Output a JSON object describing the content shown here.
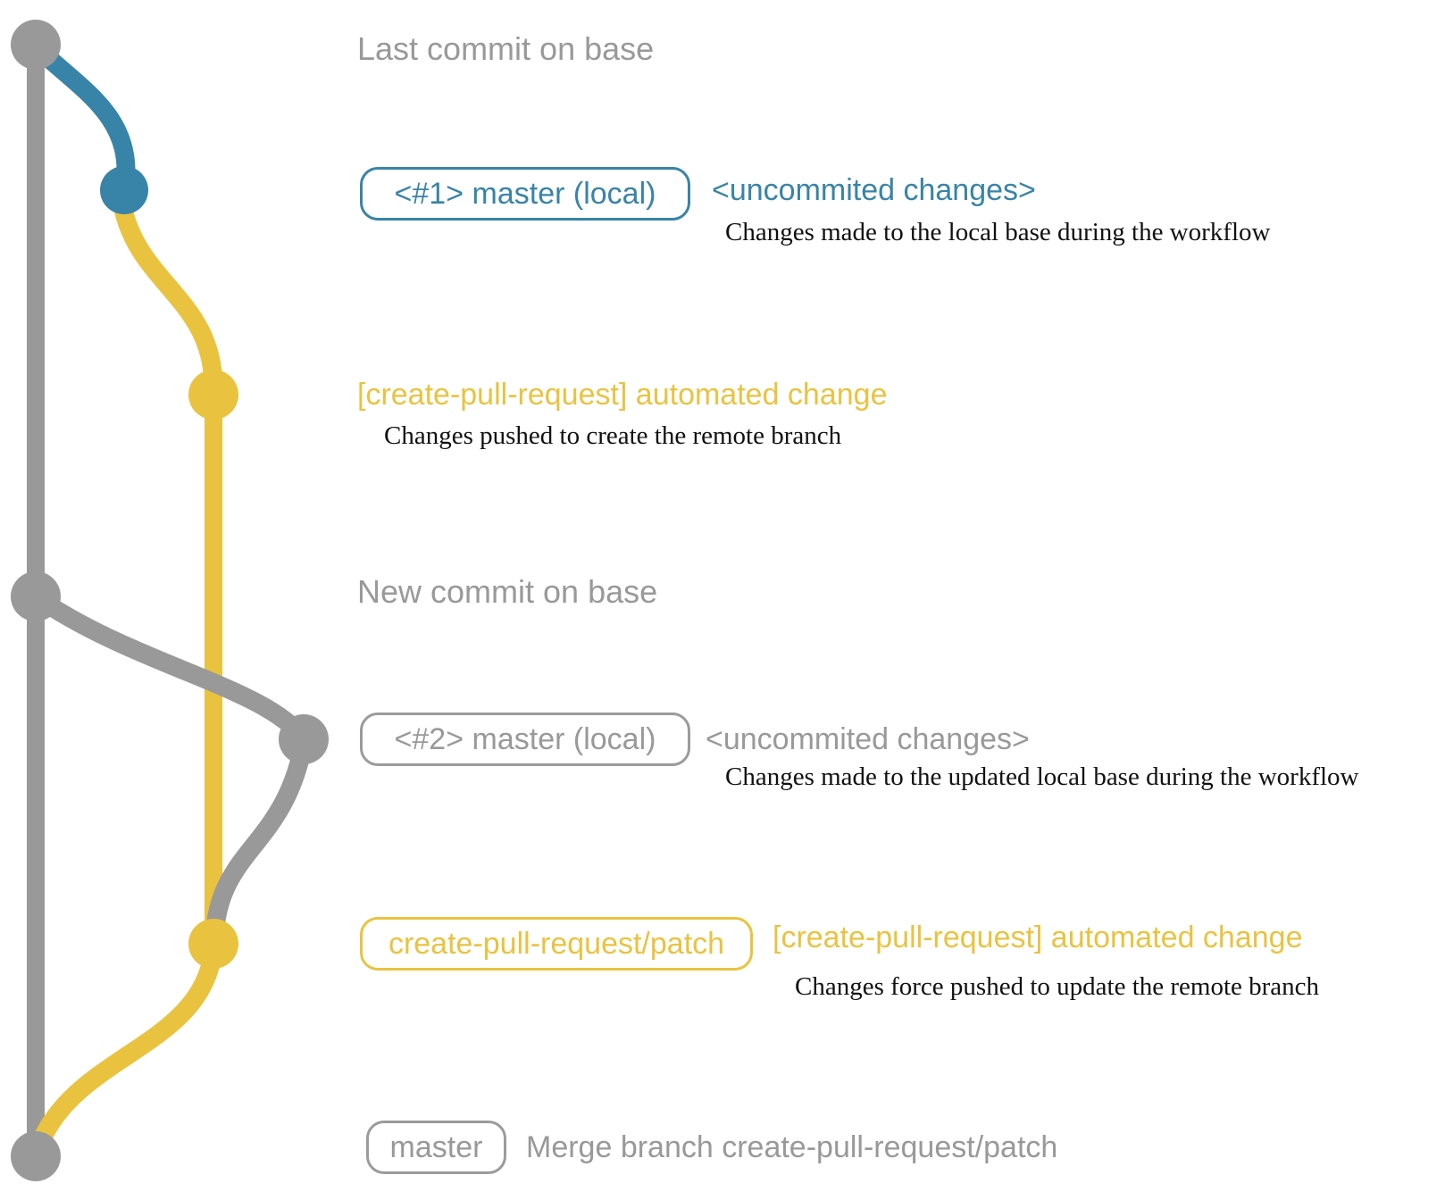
{
  "colors": {
    "gray": "#999999",
    "blue": "#3884a8",
    "yellow": "#e9c340",
    "annotation_text": "#111111",
    "background": "#ffffff"
  },
  "rows": {
    "last_commit": {
      "title": "Last commit on base"
    },
    "local1": {
      "badge": "<#1> master (local)",
      "message": "<uncommited changes>",
      "description": "Changes made to the local base during the workflow"
    },
    "patch1": {
      "message": "[create-pull-request] automated change",
      "description": "Changes pushed to create the remote branch"
    },
    "new_commit": {
      "title": "New commit on base"
    },
    "local2": {
      "badge": "<#2> master (local)",
      "message": "<uncommited changes>",
      "description": "Changes made to the updated local base during the workflow"
    },
    "patch2": {
      "badge": "create-pull-request/patch",
      "message": "[create-pull-request] automated change",
      "description": "Changes force pushed to update the remote branch"
    },
    "merge": {
      "badge": "master",
      "message": "Merge branch create-pull-request/patch"
    }
  }
}
